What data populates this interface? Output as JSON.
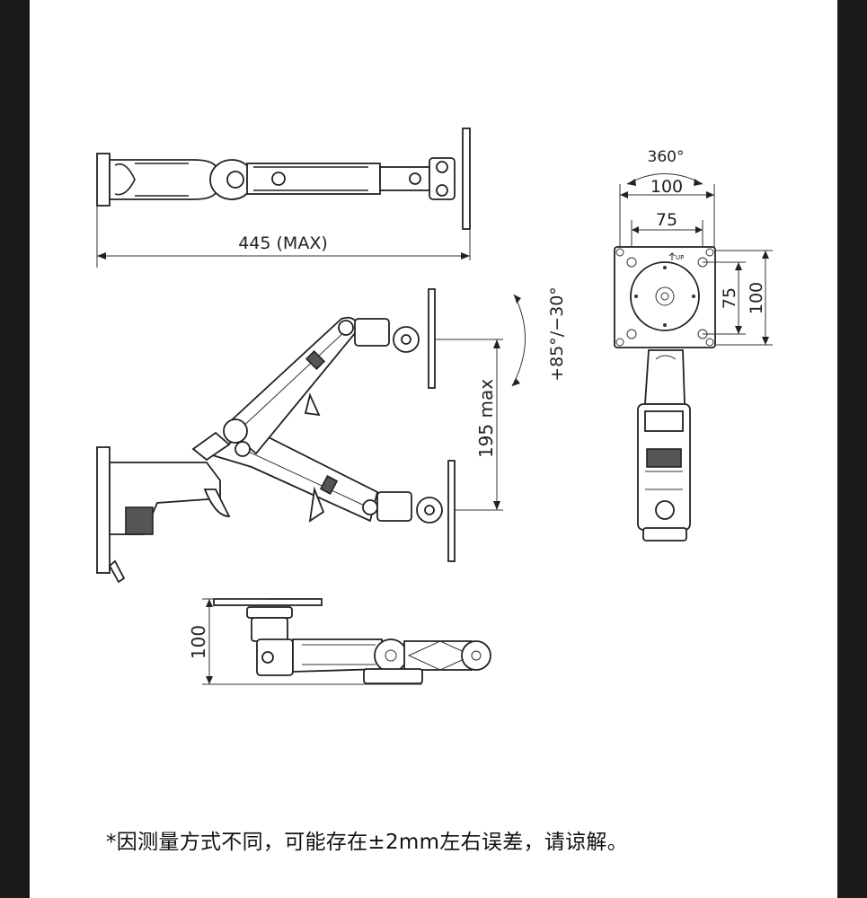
{
  "dimensions": {
    "top_view_length": "445 (MAX)",
    "rotation": "360°",
    "vesa_outer_h": "100",
    "vesa_inner_h": "75",
    "vesa_inner_v": "75",
    "vesa_outer_v": "100",
    "up_label": "UP",
    "tilt": "+85°/−30°",
    "height_range": "195  max",
    "arm_height": "100"
  },
  "footnote": "*因测量方式不同，可能存在±2mm左右误差，请谅解。"
}
